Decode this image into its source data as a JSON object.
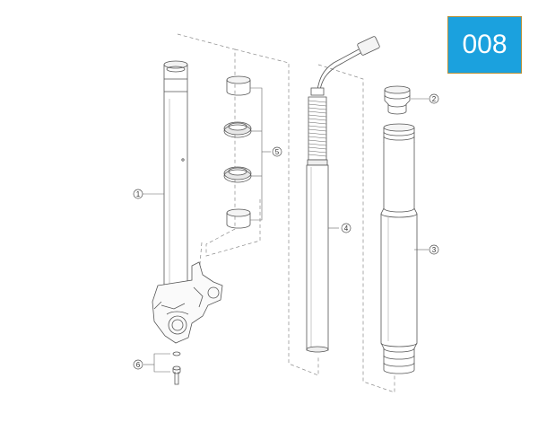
{
  "page_badge": "008",
  "badge_color": "#1ba1de",
  "callouts": {
    "c1": "1",
    "c2": "2",
    "c3": "3",
    "c4": "4",
    "c5": "5",
    "c6": "6"
  }
}
